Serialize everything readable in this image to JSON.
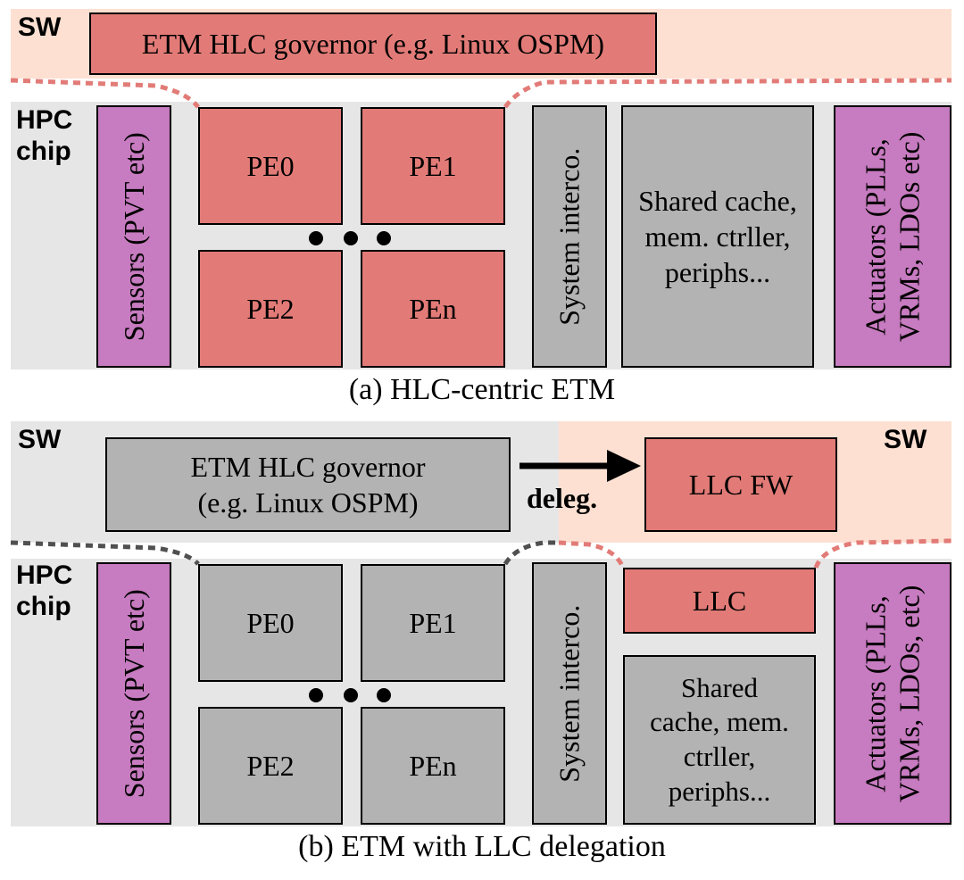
{
  "panel_a": {
    "sw_label": "SW",
    "governor": "ETM HLC governor (e.g. Linux OSPM)",
    "chip_label_line1": "HPC",
    "chip_label_line2": "chip",
    "sensors": "Sensors (PVT etc)",
    "pe": [
      "PE0",
      "PE1",
      "PE2",
      "PEn"
    ],
    "interconnect": "System interco.",
    "shared_line1": "Shared cache,",
    "shared_line2": "mem. ctrller,",
    "shared_line3": "periphs...",
    "actuators_line1": "Actuators (PLLs,",
    "actuators_line2": "VRMs, LDOs etc)",
    "caption": "(a) HLC-centric ETM"
  },
  "panel_b": {
    "sw_left_label": "SW",
    "sw_right_label": "SW",
    "governor_line1": "ETM HLC governor",
    "governor_line2": "(e.g. Linux OSPM)",
    "arrow_label": "deleg.",
    "llc_fw": "LLC FW",
    "chip_label_line1": "HPC",
    "chip_label_line2": "chip",
    "sensors": "Sensors (PVT etc)",
    "pe": [
      "PE0",
      "PE1",
      "PE2",
      "PEn"
    ],
    "interconnect": "System interco.",
    "llc": "LLC",
    "shared_line1": "Shared",
    "shared_line2": "cache, mem.",
    "shared_line3": "ctrller,",
    "shared_line4": "periphs...",
    "actuators_line1": "Actuators (PLLs,",
    "actuators_line2": "VRMs, LDOs, etc)",
    "caption": "(b) ETM with LLC delegation"
  },
  "colors": {
    "sw_region": "#fde0d2",
    "chip_region": "#e6e6e6",
    "red_block": "#e27b77",
    "grey_block": "#b3b3b3",
    "purple_block": "#c77bc0",
    "red_dashed_border": "#e27b77",
    "grey_dashed_border": "#505050"
  }
}
